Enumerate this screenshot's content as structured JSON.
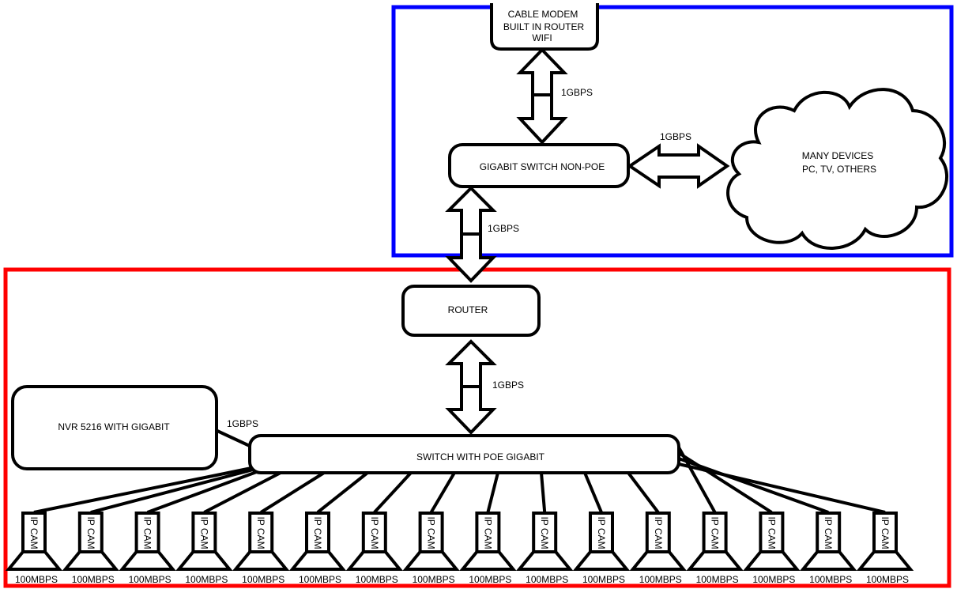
{
  "zones": {
    "internet_color": "#0000ff",
    "camera_color": "#ff0000"
  },
  "modem": {
    "line1": "CABLE MODEM",
    "line2": "BUILT IN ROUTER",
    "line3": "WIFI"
  },
  "gig_switch": {
    "label": "GIGABIT SWITCH NON-POE"
  },
  "cloud": {
    "line1": "MANY DEVICES",
    "line2": "PC, TV, OTHERS"
  },
  "router": {
    "label": "ROUTER"
  },
  "nvr": {
    "label": "NVR 5216 WITH GIGABIT"
  },
  "poe_switch": {
    "label": "SWITCH WITH POE GIGABIT"
  },
  "links": {
    "modem_to_switch": "1GBPS",
    "switch_to_cloud": "1GBPS",
    "switch_to_router": "1GBPS",
    "router_to_poe": "1GBPS",
    "nvr_to_poe": "1GBPS"
  },
  "cameras": [
    {
      "label": "IP CAM",
      "speed": "100MBPS"
    },
    {
      "label": "IP CAM",
      "speed": "100MBPS"
    },
    {
      "label": "IP CAM",
      "speed": "100MBPS"
    },
    {
      "label": "IP CAM",
      "speed": "100MBPS"
    },
    {
      "label": "IP CAM",
      "speed": "100MBPS"
    },
    {
      "label": "IP CAM",
      "speed": "100MBPS"
    },
    {
      "label": "IP CAM",
      "speed": "100MBPS"
    },
    {
      "label": "IP CAM",
      "speed": "100MBPS"
    },
    {
      "label": "IP CAM",
      "speed": "100MBPS"
    },
    {
      "label": "IP CAM",
      "speed": "100MBPS"
    },
    {
      "label": "IP CAM",
      "speed": "100MBPS"
    },
    {
      "label": "IP CAM",
      "speed": "100MBPS"
    },
    {
      "label": "IP CAM",
      "speed": "100MBPS"
    },
    {
      "label": "IP CAM",
      "speed": "100MBPS"
    },
    {
      "label": "IP CAM",
      "speed": "100MBPS"
    },
    {
      "label": "IP CAM",
      "speed": "100MBPS"
    }
  ]
}
